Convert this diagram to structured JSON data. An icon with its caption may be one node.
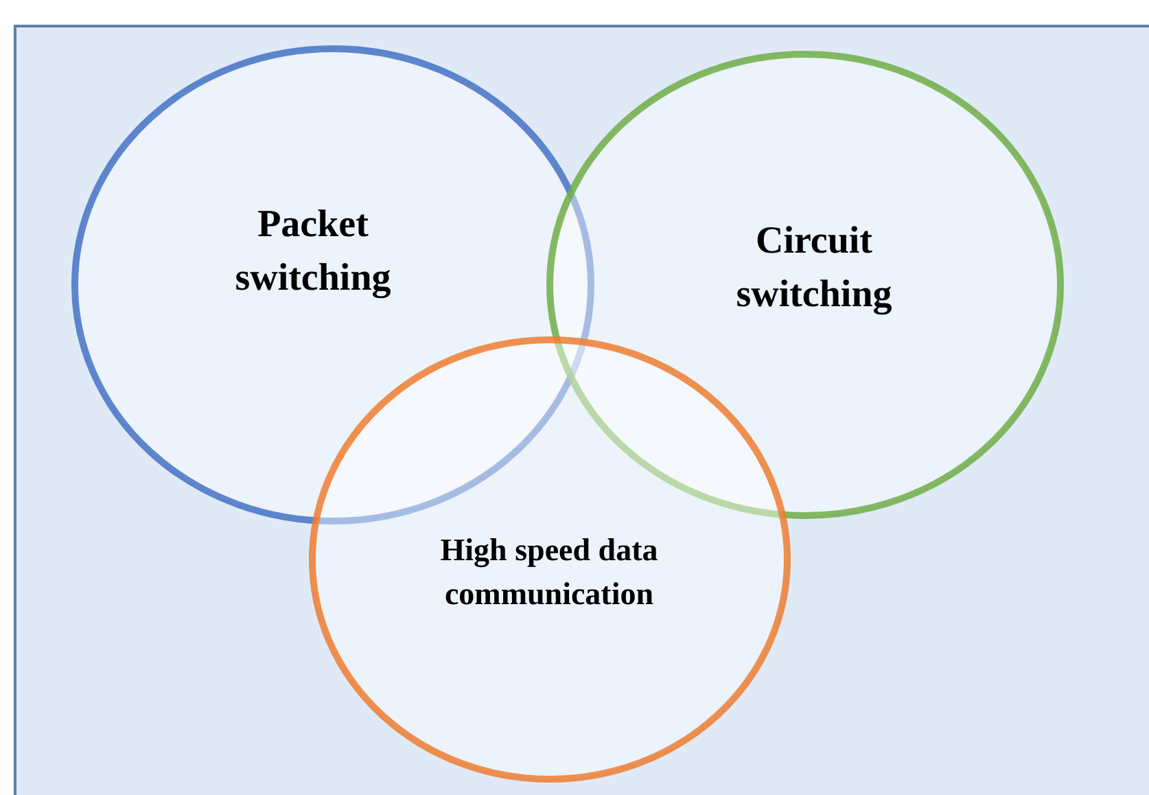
{
  "diagram": {
    "nodes": [
      {
        "text": [
          "Packet switching"
        ]
      },
      {
        "text": [
          "Circuit switching"
        ]
      },
      {
        "text": [
          "High speed data communication"
        ]
      }
    ]
  }
}
